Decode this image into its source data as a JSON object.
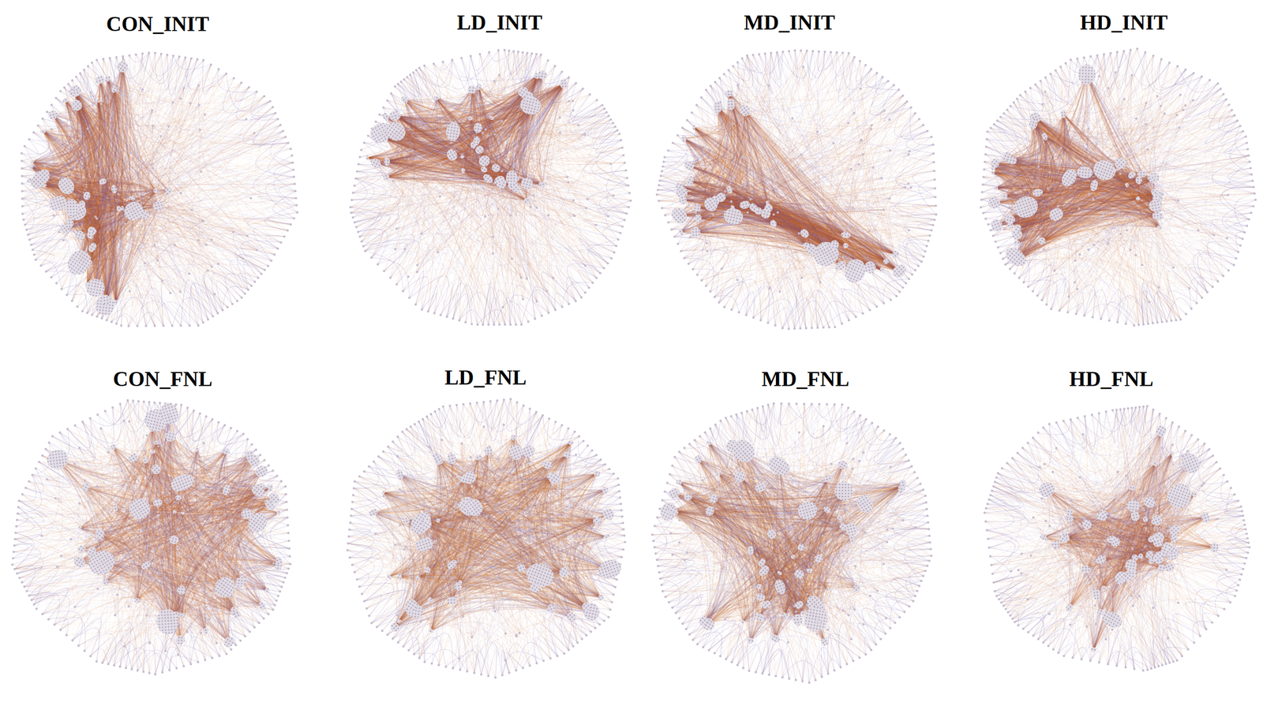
{
  "diagram": {
    "labels": [
      "CON_INIT",
      "LD_INIT",
      "MD_INIT",
      "HD_INIT",
      "CON_FNL",
      "LD_FNL",
      "MD_FNL",
      "HD_FNL"
    ]
  }
}
